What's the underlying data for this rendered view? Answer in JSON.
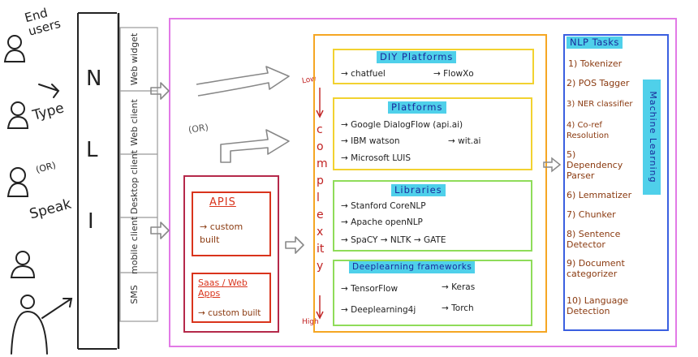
{
  "users": {
    "end_users_label": "End users",
    "type_label": "Type",
    "speak_label": "Speak",
    "or_label": "(OR)"
  },
  "nli": {
    "letters": [
      "N",
      "L",
      "I"
    ],
    "clients": [
      "Web widget",
      "Web client",
      "Desktop client",
      "mobile client",
      "SMS"
    ]
  },
  "middle": {
    "or_label": "(OR)",
    "apis_title": "APIS",
    "apis_text": "→ custom built",
    "saas_title": "Saas / Web Apps",
    "saas_text": "→ custom built"
  },
  "complexity": {
    "low": "Low",
    "word": "complexity",
    "high": "High"
  },
  "sections": [
    {
      "title": "DIY Platforms",
      "items": [
        "→ chatfuel",
        "→ FlowXo"
      ]
    },
    {
      "title": "Platforms",
      "items": [
        "→ Google DialogFlow (api.ai)",
        "→ IBM watson",
        "→ wit.ai",
        "→ Microsoft LUIS"
      ]
    },
    {
      "title": "Libraries",
      "items": [
        "→ Stanford CoreNLP",
        "→ Apache openNLP",
        "→ SpaCY → NLTK → GATE"
      ]
    },
    {
      "title": "Deeplearning frameworks",
      "items": [
        "→ TensorFlow",
        "→ Keras",
        "→ Deeplearning4j",
        "→ Torch"
      ]
    }
  ],
  "nlp": {
    "title": "NLP Tasks",
    "tasks": [
      "1) Tokenizer",
      "2) POS Tagger",
      "3) NER classifier",
      "4) Co-ref Resolution",
      "5) Dependency Parser",
      "6) Lemmatizer",
      "7) Chunker",
      "8) Sentence Detector",
      "9) Document categorizer",
      "10) Language Detection"
    ],
    "ml_label": "Machine Learning"
  },
  "colors": {
    "pink": "#e27ae6",
    "orange": "#f5a623",
    "yellow": "#f2d230",
    "green": "#8fdc5a",
    "blue": "#3a5fe0",
    "crimson": "#b5294a",
    "red": "#d9341c",
    "highlight": "#4fd0ea"
  }
}
